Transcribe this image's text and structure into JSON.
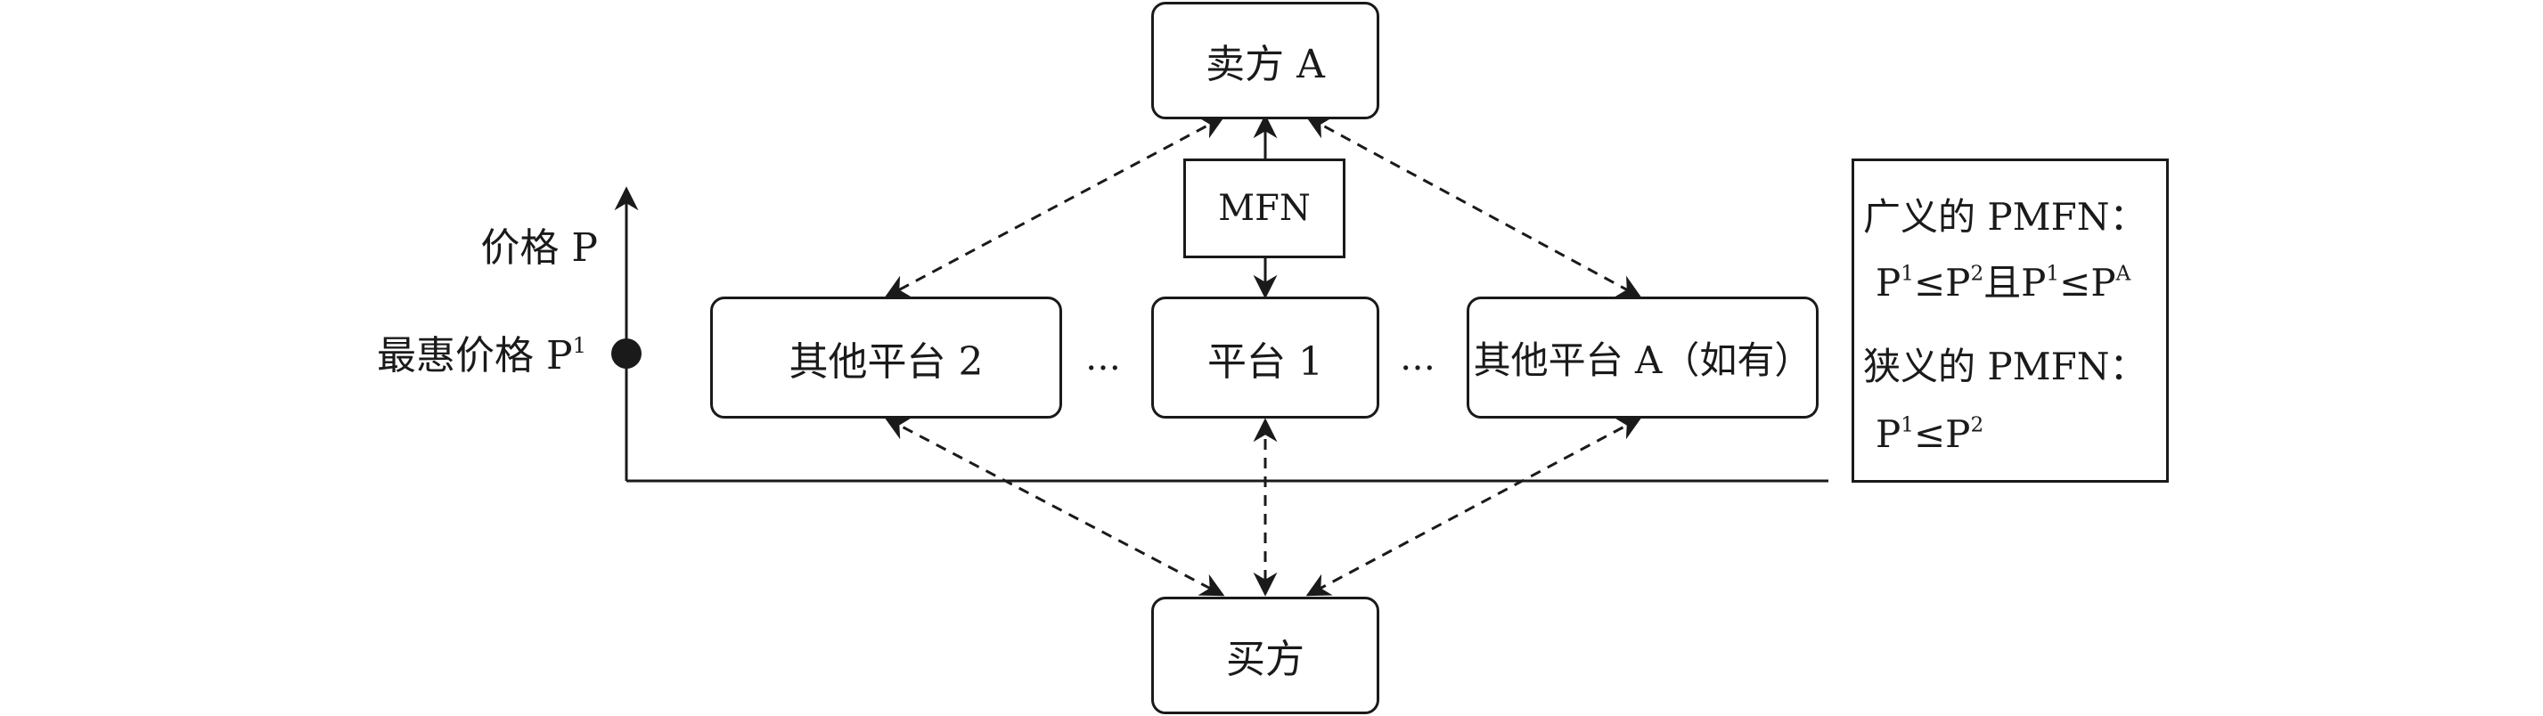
{
  "nodes": {
    "seller": "卖方 A",
    "mfn": "MFN",
    "platform_other_2": "其他平台 2",
    "platform_1": "平台 1",
    "platform_other_a": "其他平台 A（如有）",
    "buyer": "买方",
    "ellipsis_left": "…",
    "ellipsis_right": "…"
  },
  "axis": {
    "y_label_name": "价格",
    "y_label_symbol": "P",
    "point_label_name": "最惠价格",
    "point_label_symbol": "P",
    "point_label_sup": "1"
  },
  "legend": {
    "broad_title": "广义的 PMFN：",
    "broad_formula": {
      "p": "P",
      "s1": "1",
      "le": "≤",
      "s2": "2",
      "and": "且",
      "sA": "A"
    },
    "narrow_title": "狭义的 PMFN：",
    "narrow_formula": {
      "p": "P",
      "s1": "1",
      "le": "≤",
      "s2": "2"
    }
  },
  "colors": {
    "stroke": "#1a1a1a",
    "background": "#ffffff"
  }
}
